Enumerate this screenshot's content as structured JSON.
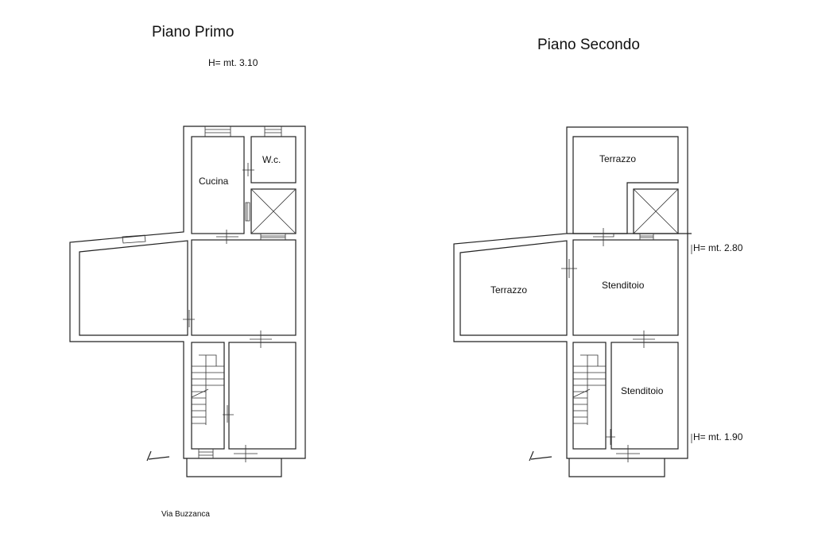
{
  "floor_first": {
    "title": "Piano Primo",
    "height_label": "H= mt. 3.10",
    "rooms": [
      "Cucina",
      "W.c."
    ],
    "street_label": "Via Buzzanca"
  },
  "floor_second": {
    "title": "Piano Secondo",
    "height_upper": "H= mt. 2.80",
    "height_lower": "H= mt. 1.90",
    "rooms": [
      "Terrazzo",
      "Terrazzo",
      "Stenditoio",
      "Stenditoio"
    ]
  }
}
